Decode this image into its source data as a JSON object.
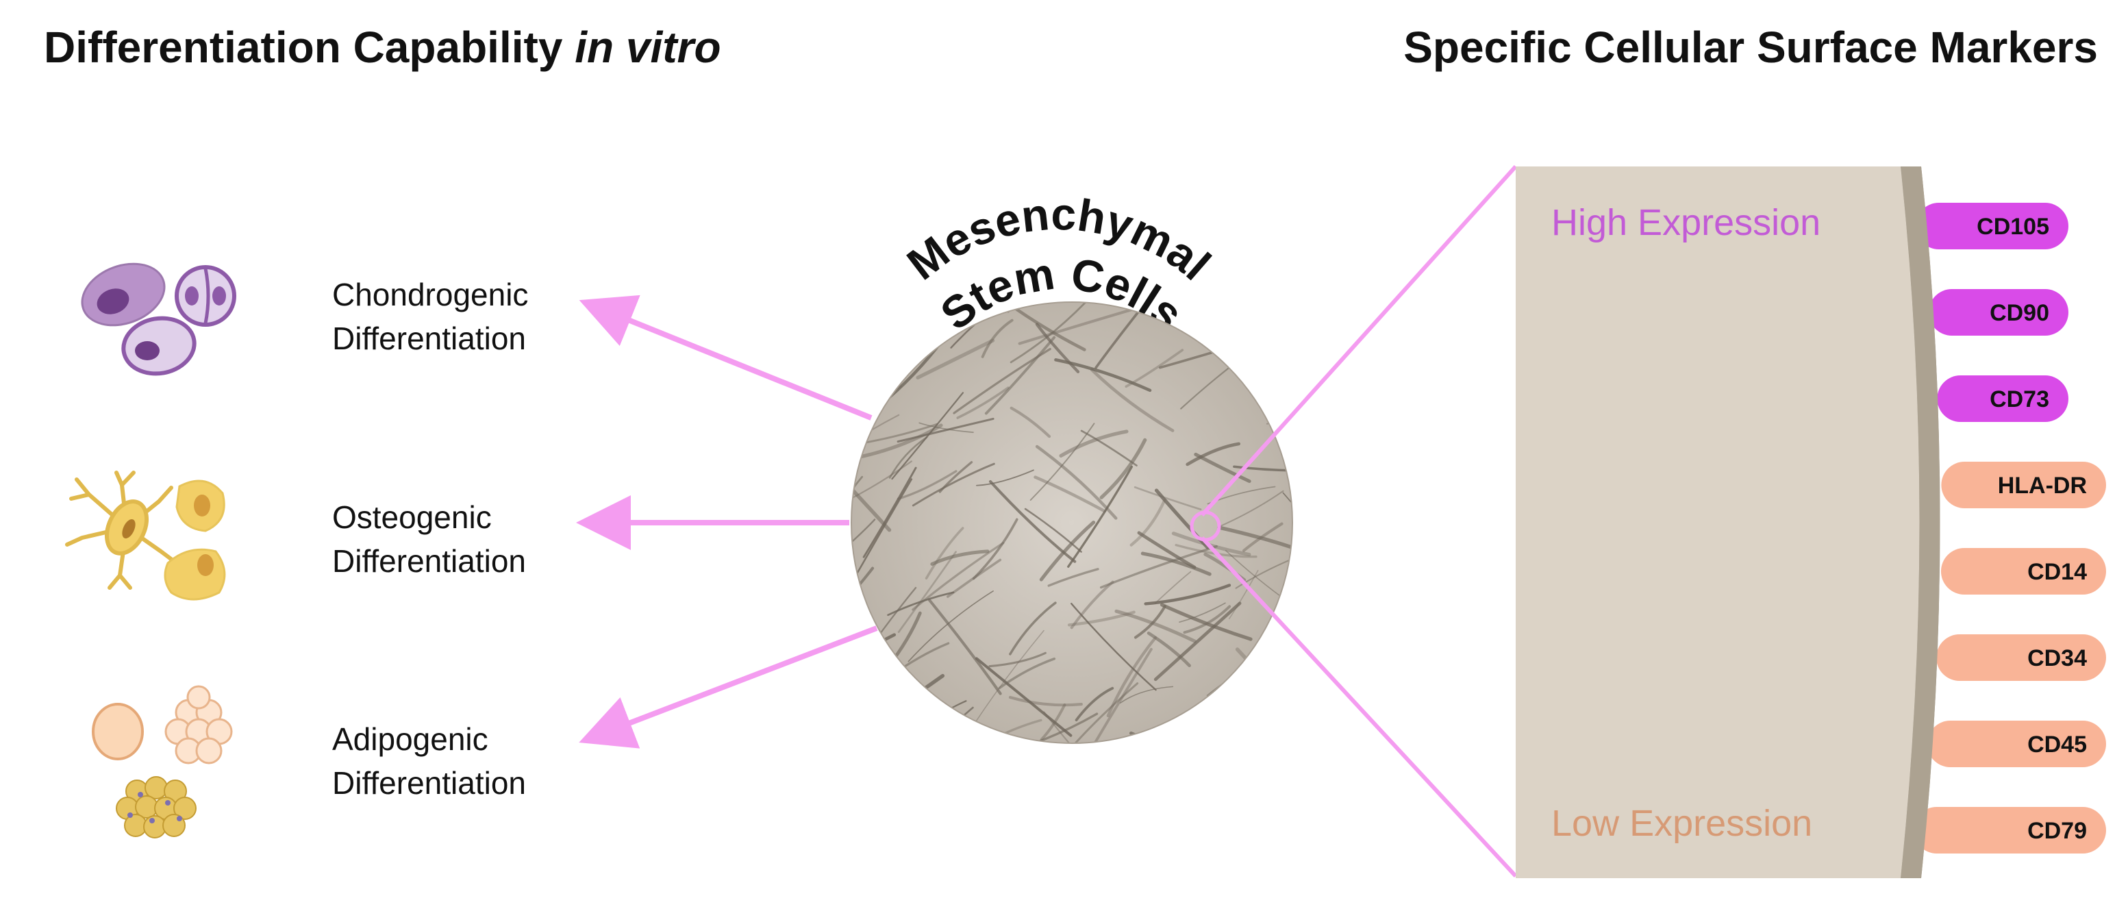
{
  "titles": {
    "left_main": "Differentiation Capability ",
    "left_italic": "in vitro",
    "right": "Specific Cellular Surface Markers"
  },
  "center": {
    "line1": "Mesenchymal",
    "line2": "Stem Cells"
  },
  "differentiation": [
    {
      "line1": "Chondrogenic",
      "line2": "Differentiation"
    },
    {
      "line1": "Osteogenic",
      "line2": "Differentiation"
    },
    {
      "line1": "Adipogenic",
      "line2": "Differentiation"
    }
  ],
  "expression": {
    "high": "High Expression",
    "low": "Low Expression"
  },
  "markers": [
    {
      "label": "CD105",
      "level": "high"
    },
    {
      "label": "CD90",
      "level": "high"
    },
    {
      "label": "CD73",
      "level": "high"
    },
    {
      "label": "HLA-DR",
      "level": "low"
    },
    {
      "label": "CD14",
      "level": "low"
    },
    {
      "label": "CD34",
      "level": "low"
    },
    {
      "label": "CD45",
      "level": "low"
    },
    {
      "label": "CD79",
      "level": "low"
    }
  ],
  "colors": {
    "arrow": "#f49cf0",
    "high_marker": "#d94be8",
    "low_marker": "#f9b497",
    "high_text": "#c25bd6",
    "low_text": "#d79a75",
    "membrane": "#dcd3c6",
    "membrane_edge": "#aca291"
  },
  "icons": {
    "chondrogenic": "chondrocyte-cells-icon",
    "osteogenic": "osteocyte-cells-icon",
    "adipogenic": "adipocyte-cells-icon"
  }
}
